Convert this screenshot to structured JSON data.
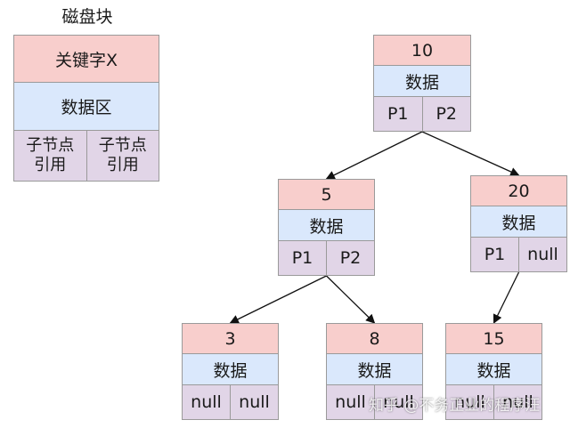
{
  "legend": {
    "title": "磁盘块",
    "key_label": "关键字X",
    "data_label": "数据区",
    "child_ref_1": "子节点\n引用",
    "child_ref_2": "子节点\n引用"
  },
  "nodes": [
    {
      "id": "n10",
      "key": "10",
      "data": "数据",
      "pointers": [
        "P1",
        "P2"
      ]
    },
    {
      "id": "n5",
      "key": "5",
      "data": "数据",
      "pointers": [
        "P1",
        "P2"
      ]
    },
    {
      "id": "n20",
      "key": "20",
      "data": "数据",
      "pointers": [
        "P1",
        "null"
      ]
    },
    {
      "id": "n3",
      "key": "3",
      "data": "数据",
      "pointers": [
        "null",
        "null"
      ]
    },
    {
      "id": "n8",
      "key": "8",
      "data": "数据",
      "pointers": [
        "null",
        "null"
      ]
    },
    {
      "id": "n15",
      "key": "15",
      "data": "数据",
      "pointers": [
        "null",
        "null"
      ]
    }
  ],
  "edges": [
    {
      "from": "n10",
      "pointer": 0,
      "to": "n5"
    },
    {
      "from": "n10",
      "pointer": 1,
      "to": "n20"
    },
    {
      "from": "n5",
      "pointer": 0,
      "to": "n3"
    },
    {
      "from": "n5",
      "pointer": 1,
      "to": "n8"
    },
    {
      "from": "n20",
      "pointer": 0,
      "to": "n15"
    }
  ],
  "watermark": "知乎 @不务正业的程序汪",
  "colors": {
    "key": "#f8cecc",
    "data": "#dae8fc",
    "pointer": "#e1d5e7",
    "border": "#9a9a9a"
  }
}
